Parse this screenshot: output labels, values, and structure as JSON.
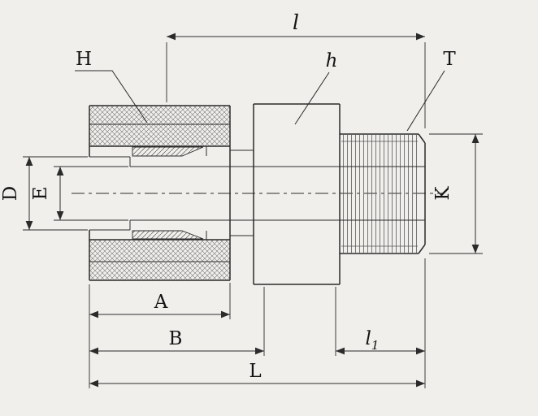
{
  "drawing": {
    "kind": "tube-fitting-male-connector-cross-section",
    "colors": {
      "line": "#2b2b2b",
      "background": "#f0efec",
      "hatch": "#777777"
    },
    "labels": {
      "l": "l",
      "H": "H",
      "h": "h",
      "T": "T",
      "D": "D",
      "E": "E",
      "K": "K",
      "A": "A",
      "B": "B",
      "l1_main": "l",
      "l1_sub": "1",
      "L": "L"
    }
  }
}
